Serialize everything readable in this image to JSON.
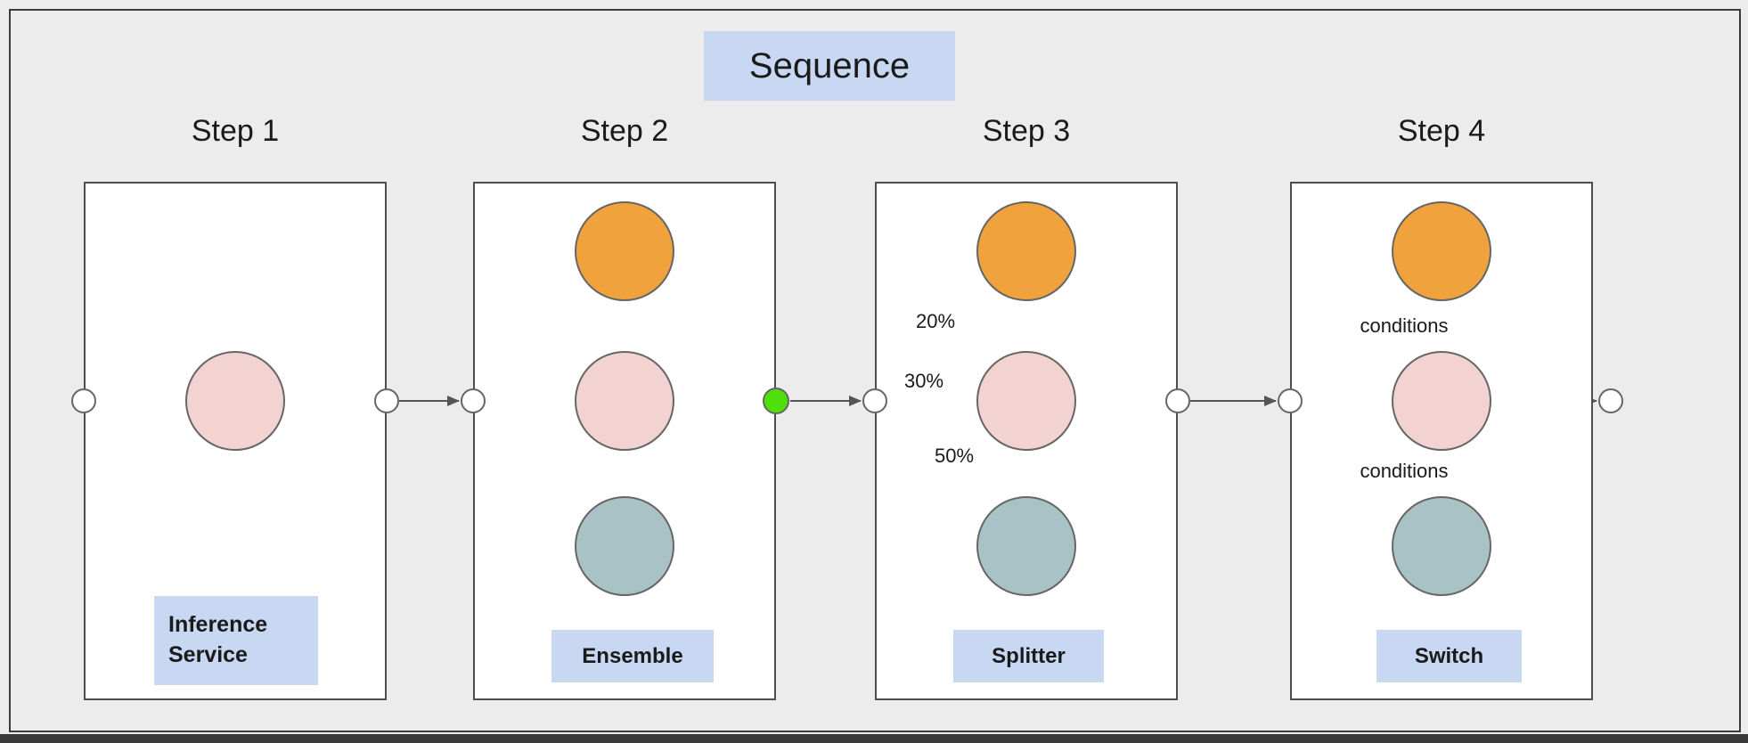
{
  "title": "Sequence",
  "steps": [
    {
      "title": "Step 1",
      "label": "Inference Service"
    },
    {
      "title": "Step 2",
      "label": "Ensemble"
    },
    {
      "title": "Step 3",
      "label": "Splitter"
    },
    {
      "title": "Step 4",
      "label": "Switch"
    }
  ],
  "splitter_percentages": [
    "20%",
    "30%",
    "50%"
  ],
  "switch_conditions": [
    "conditions",
    "conditions"
  ],
  "colors": {
    "background": "#ececec",
    "step_box_fill": "#ffffff",
    "step_box_border": "#4d4d4d",
    "label_bg": "#c8d8f2",
    "node_orange": "#f0a23c",
    "node_pink": "#f2d3d1",
    "node_teal": "#a9c2c6",
    "port_fill": "#ffffff",
    "port_green": "#4fe00c",
    "edge": "#555555"
  }
}
